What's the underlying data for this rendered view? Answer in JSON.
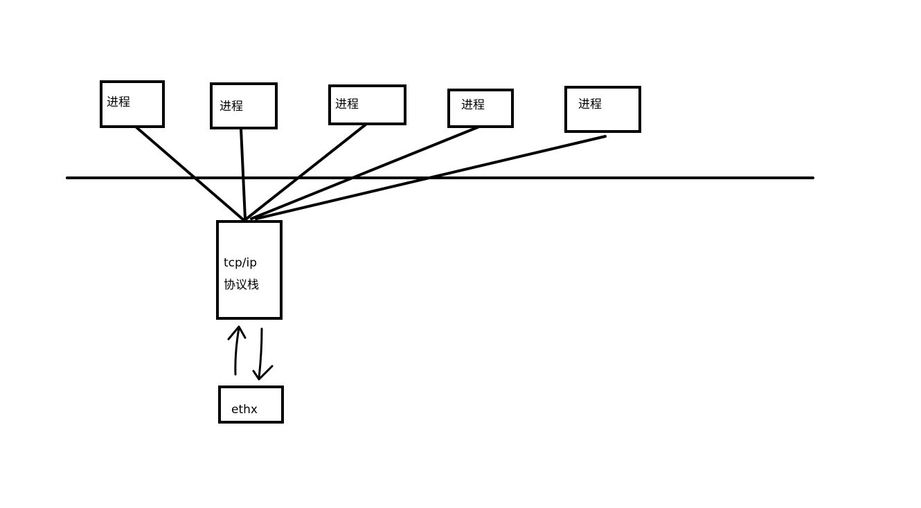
{
  "processes": [
    {
      "label": "进程"
    },
    {
      "label": "进程"
    },
    {
      "label": "进程"
    },
    {
      "label": "进程"
    },
    {
      "label": "进程"
    }
  ],
  "stack": {
    "line1": "tcp/ip",
    "line2": "协议栈"
  },
  "interface": {
    "label": "ethx"
  },
  "colors": {
    "stroke": "#000000",
    "background": "#ffffff"
  }
}
